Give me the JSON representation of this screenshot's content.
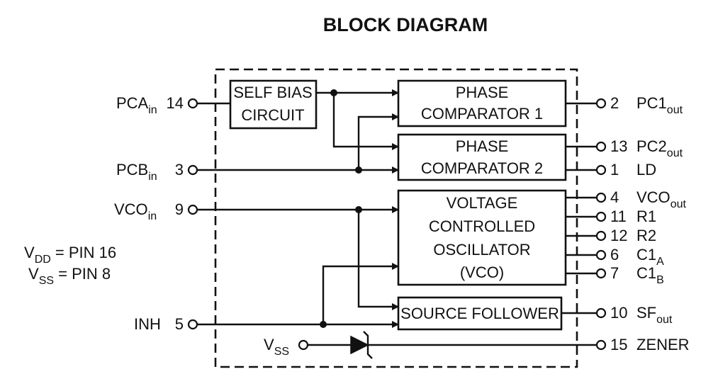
{
  "title": "BLOCK DIAGRAM",
  "blocks": {
    "self_bias": [
      "SELF BIAS",
      "CIRCUIT"
    ],
    "pc1": [
      "PHASE",
      "COMPARATOR 1"
    ],
    "pc2": [
      "PHASE",
      "COMPARATOR 2"
    ],
    "vco": [
      "VOLTAGE",
      "CONTROLLED",
      "OSCILLATOR",
      "(VCO)"
    ],
    "sf": "SOURCE FOLLOWER"
  },
  "pins_left": {
    "pca": {
      "name": "PCA",
      "sub": "in",
      "num": "14"
    },
    "pcb": {
      "name": "PCB",
      "sub": "in",
      "num": "3"
    },
    "vcoin": {
      "name": "VCO",
      "sub": "in",
      "num": "9"
    },
    "inh": {
      "name": "INH",
      "num": "5"
    }
  },
  "pins_right": {
    "pc1out": {
      "num": "2",
      "name": "PC1",
      "sub": "out"
    },
    "pc2out": {
      "num": "13",
      "name": "PC2",
      "sub": "out"
    },
    "ld": {
      "num": "1",
      "name": "LD"
    },
    "vcoout": {
      "num": "4",
      "name": "VCO",
      "sub": "out"
    },
    "r1": {
      "num": "11",
      "name": "R1"
    },
    "r2": {
      "num": "12",
      "name": "R2"
    },
    "c1a": {
      "num": "6",
      "name": "C1",
      "sub": "A"
    },
    "c1b": {
      "num": "7",
      "name": "C1",
      "sub": "B"
    },
    "sfout": {
      "num": "10",
      "name": "SF",
      "sub": "out"
    },
    "zener": {
      "num": "15",
      "name": "ZENER"
    }
  },
  "vss_input": {
    "name": "V",
    "sub": "SS"
  },
  "supply": {
    "vdd": {
      "name": "V",
      "sub": "DD",
      "rest": " = PIN 16"
    },
    "vss": {
      "name": "V",
      "sub": "SS",
      "rest": " = PIN 8"
    }
  }
}
